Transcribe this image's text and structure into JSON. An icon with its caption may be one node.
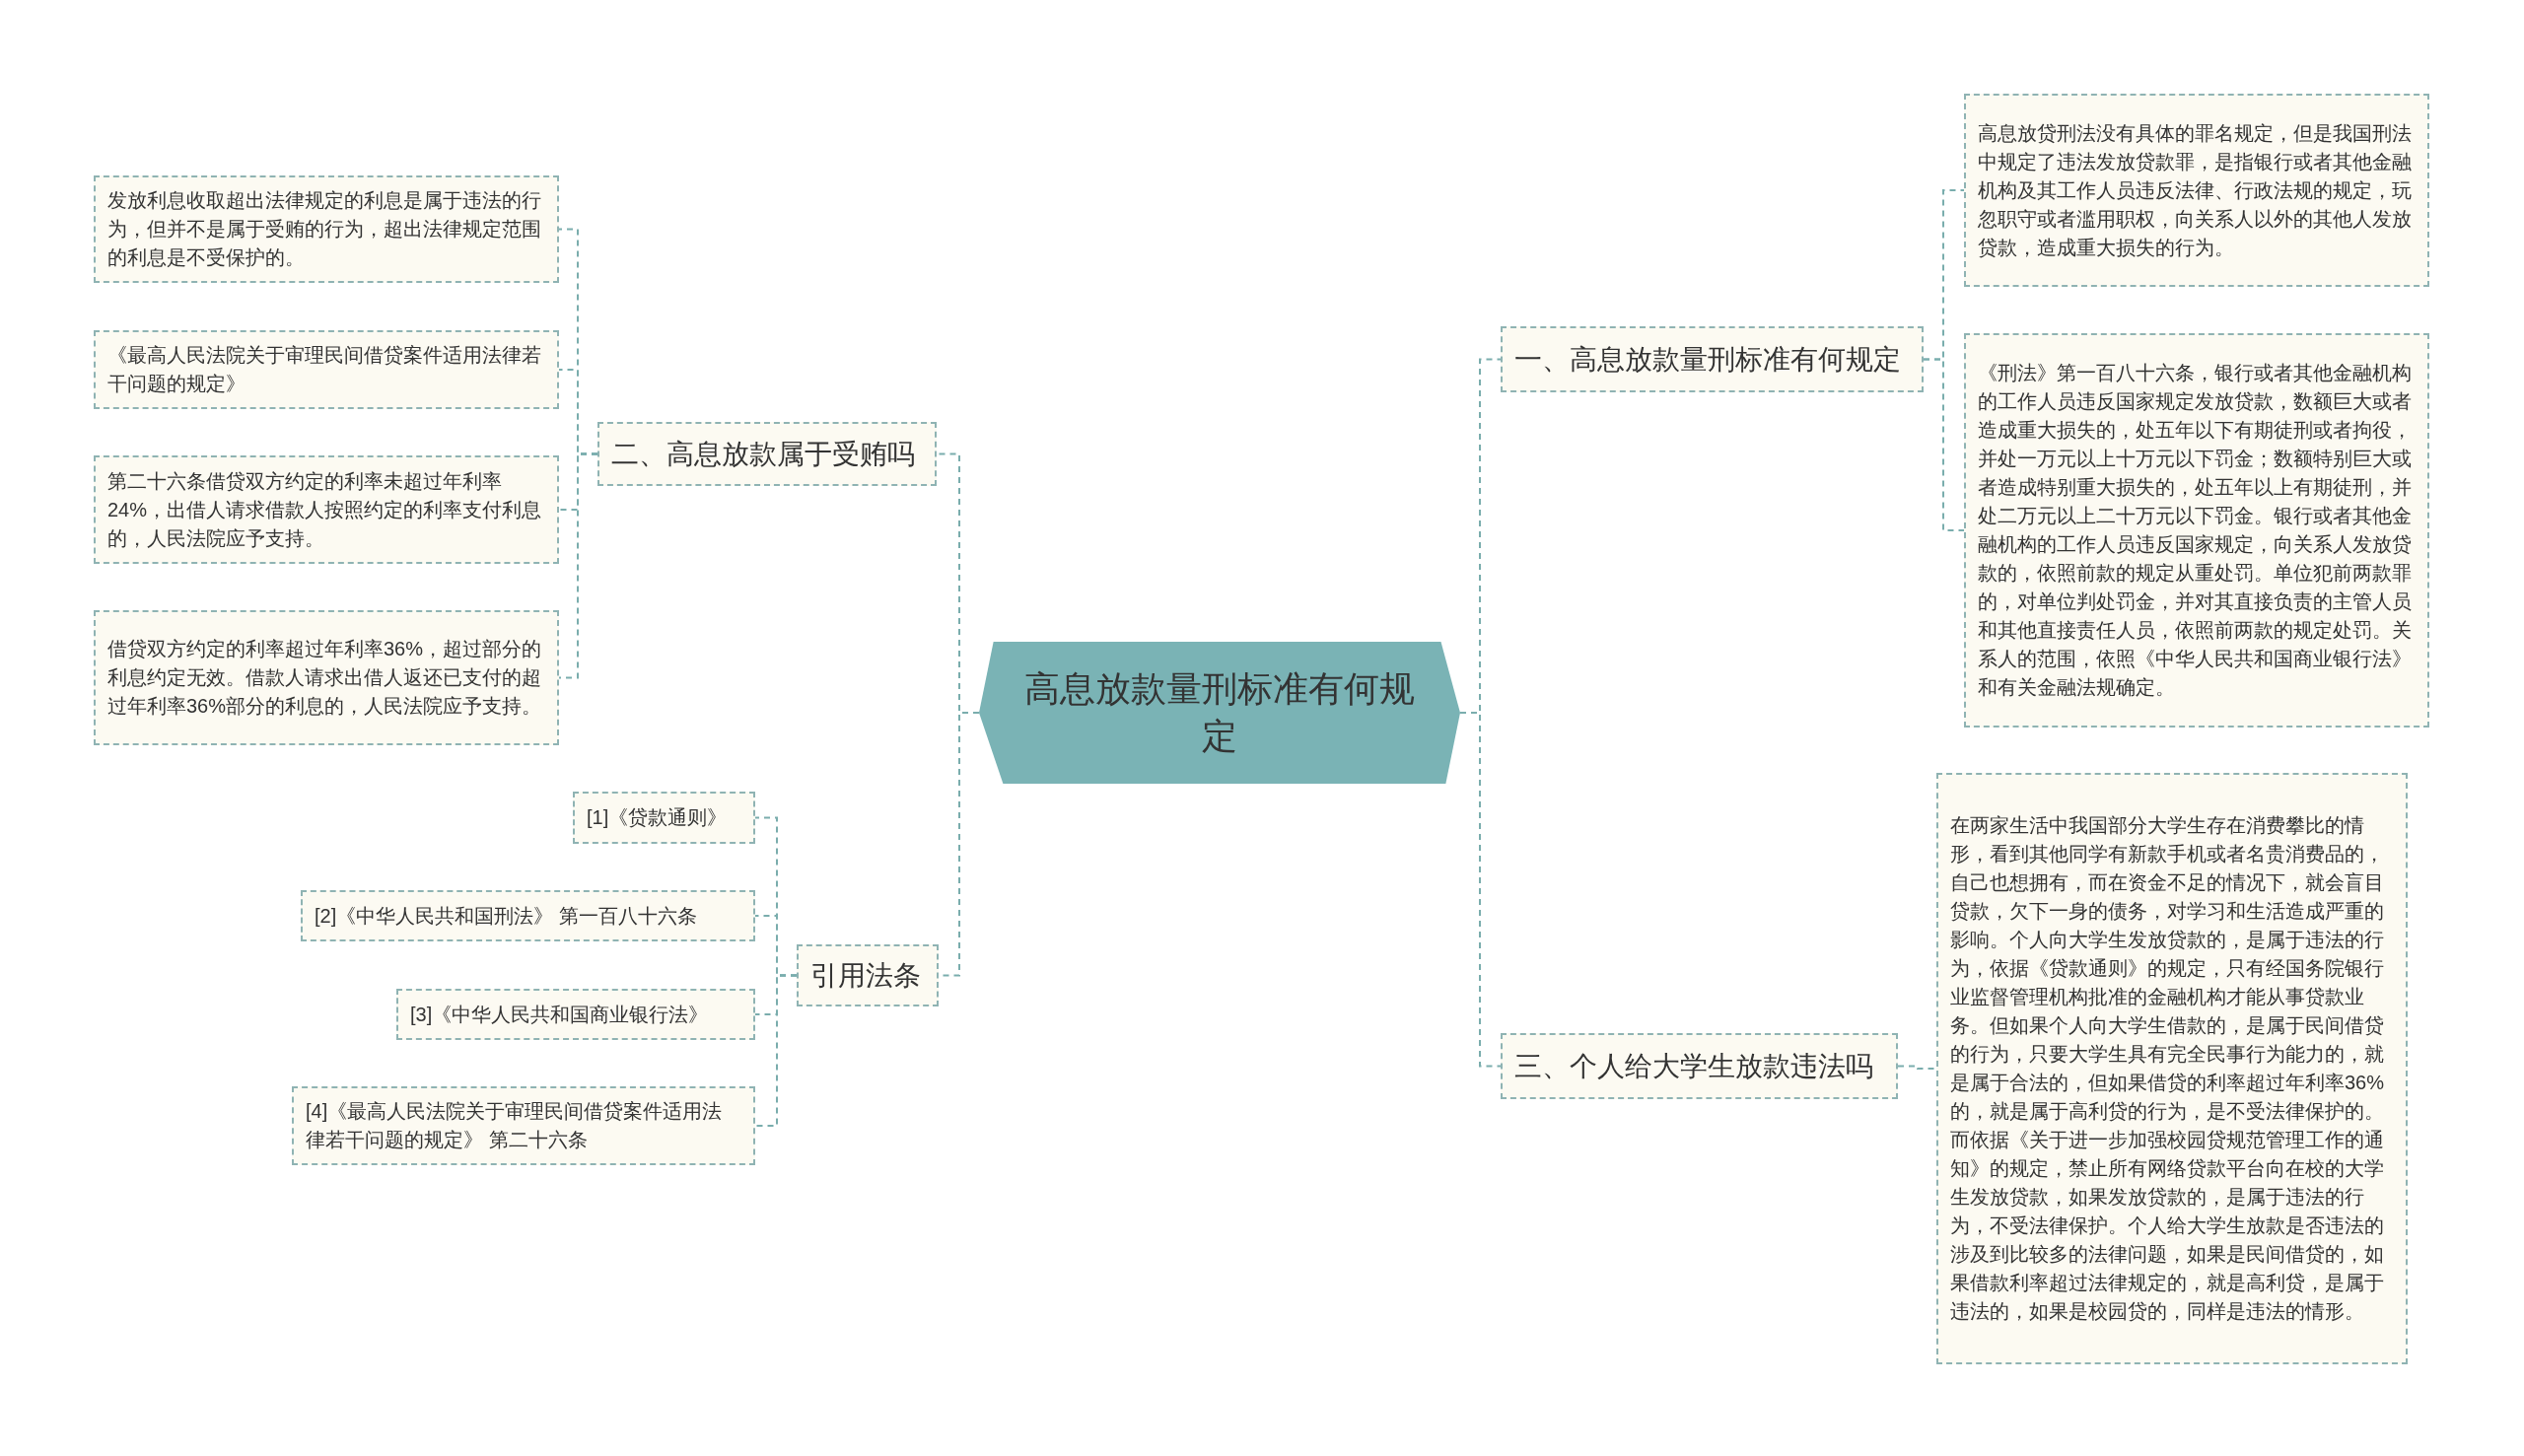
{
  "diagram": {
    "nodes": [
      {
        "text": [
          "高息放款量刑标准有何规定"
        ]
      },
      {
        "text": [
          "一、高息放款量刑标准有何规定"
        ]
      },
      {
        "text": [
          "高息放贷刑法没有具体的罪名规定，但是我国刑法中规定了违法发放贷款罪，是指银行或者其他金融机构及其工作人员违反法律、行政法规的规定，玩忽职守或者滥用职权，向关系人以外的其他人发放贷款，造成重大损失的行为。"
        ]
      },
      {
        "text": [
          "《刑法》第一百八十六条，银行或者其他金融机构的工作人员违反国家规定发放贷款，数额巨大或者造成重大损失的，处五年以下有期徒刑或者拘役，并处一万元以上十万元以下罚金；数额特别巨大或者造成特别重大损失的，处五年以上有期徒刑，并处二万元以上二十万元以下罚金。银行或者其他金融机构的工作人员违反国家规定，向关系人发放贷款的，依照前款的规定从重处罚。单位犯前两款罪的，对单位判处罚金，并对其直接负责的主管人员和其他直接责任人员，依照前两款的规定处罚。关系人的范围，依照《中华人民共和国商业银行法》和有关金融法规确定。"
        ]
      },
      {
        "text": [
          "三、个人给大学生放款违法吗"
        ]
      },
      {
        "text": [
          "在两家生活中我国部分大学生存在消费攀比的情形，看到其他同学有新款手机或者名贵消费品的，自己也想拥有，而在资金不足的情况下，就会盲目贷款，欠下一身的债务，对学习和生活造成严重的影响。个人向大学生发放贷款的，是属于违法的行为，依据《贷款通则》的规定，只有经国务院银行业监督管理机构批准的金融机构才能从事贷款业务。但如果个人向大学生借款的，是属于民间借贷的行为，只要大学生具有完全民事行为能力的，就是属于合法的，但如果借贷的利率超过年利率36%的，就是属于高利贷的行为，是不受法律保护的。而依据《关于进一步加强校园贷规范管理工作的通知》的规定，禁止所有网络贷款平台向在校的大学生发放贷款，如果发放贷款的，是属于违法的行为，不受法律保护。个人给大学生放款是否违法的涉及到比较多的法律问题，如果是民间借贷的，如果借款利率超过法律规定的，就是高利贷，是属于违法的，如果是校园贷的，同样是违法的情形。"
        ]
      },
      {
        "text": [
          "二、高息放款属于受贿吗"
        ]
      },
      {
        "text": [
          "发放利息收取超出法律规定的利息是属于违法的行为，但并不是属于受贿的行为，超出法律规定范围的利息是不受保护的。"
        ]
      },
      {
        "text": [
          "《最高人民法院关于审理民间借贷案件适用法律若干问题的规定》"
        ]
      },
      {
        "text": [
          "第二十六条借贷双方约定的利率未超过年利率24%，出借人请求借款人按照约定的利率支付利息的，人民法院应予支持。"
        ]
      },
      {
        "text": [
          "借贷双方约定的利率超过年利率36%，超过部分的利息约定无效。借款人请求出借人返还已支付的超过年利率36%部分的利息的，人民法院应予支持。"
        ]
      },
      {
        "text": [
          "引用法条"
        ]
      },
      {
        "text": [
          "[1]《贷款通则》"
        ]
      },
      {
        "text": [
          "[2]《中华人民共和国刑法》 第一百八十六条"
        ]
      },
      {
        "text": [
          "[3]《中华人民共和国商业银行法》"
        ]
      },
      {
        "text": [
          "[4]《最高人民法院关于审理民间借贷案件适用法律若干问题的规定》 第二十六条"
        ]
      }
    ],
    "edges": [
      {
        "from": 0,
        "to": 1,
        "arrow": "none"
      },
      {
        "from": 1,
        "to": 2,
        "arrow": "none"
      },
      {
        "from": 1,
        "to": 3,
        "arrow": "none"
      },
      {
        "from": 0,
        "to": 4,
        "arrow": "none"
      },
      {
        "from": 4,
        "to": 5,
        "arrow": "none"
      },
      {
        "from": 0,
        "to": 6,
        "arrow": "none"
      },
      {
        "from": 6,
        "to": 7,
        "arrow": "none"
      },
      {
        "from": 6,
        "to": 8,
        "arrow": "none"
      },
      {
        "from": 6,
        "to": 9,
        "arrow": "none"
      },
      {
        "from": 6,
        "to": 10,
        "arrow": "none"
      },
      {
        "from": 0,
        "to": 11,
        "arrow": "none"
      },
      {
        "from": 11,
        "to": 12,
        "arrow": "none"
      },
      {
        "from": 11,
        "to": 13,
        "arrow": "none"
      },
      {
        "from": 11,
        "to": 14,
        "arrow": "none"
      },
      {
        "from": 11,
        "to": 15,
        "arrow": "none"
      }
    ]
  }
}
